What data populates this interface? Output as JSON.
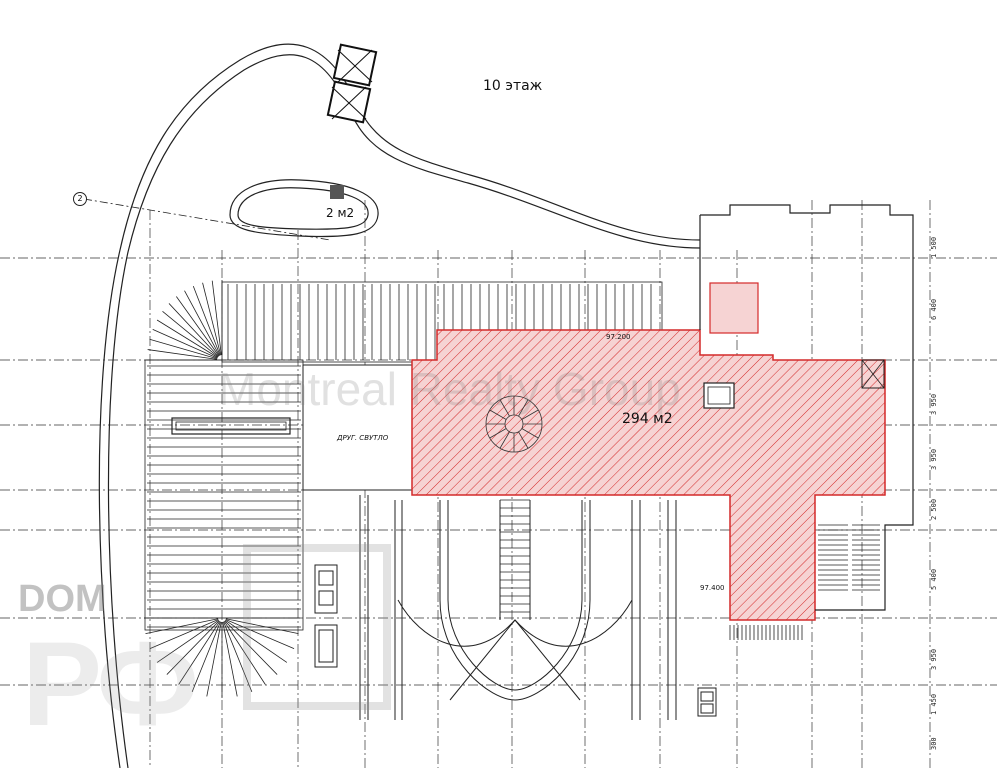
{
  "floor_label": "10 этаж",
  "areas": {
    "main": "294 м2",
    "small": "2 м2"
  },
  "room_note": "ДРУГ. СВУТЛО",
  "marks": {
    "top": "97.200",
    "bottom": "97.400"
  },
  "dimensions": [
    "1 500",
    "6 400",
    "3 950",
    "3 950",
    "2 500",
    "5 400",
    "3 950",
    "1 450",
    "300"
  ],
  "axis_marker": "2",
  "watermarks": {
    "center": "Montreal Realty Group",
    "corner_top": "DOM",
    "corner_bottom": "РФ"
  },
  "colors": {
    "highlight_fill": "#f4c6c6",
    "highlight_stroke": "#d42a2a",
    "hatch": "#d42a2a",
    "linework": "#1a1a1a"
  }
}
